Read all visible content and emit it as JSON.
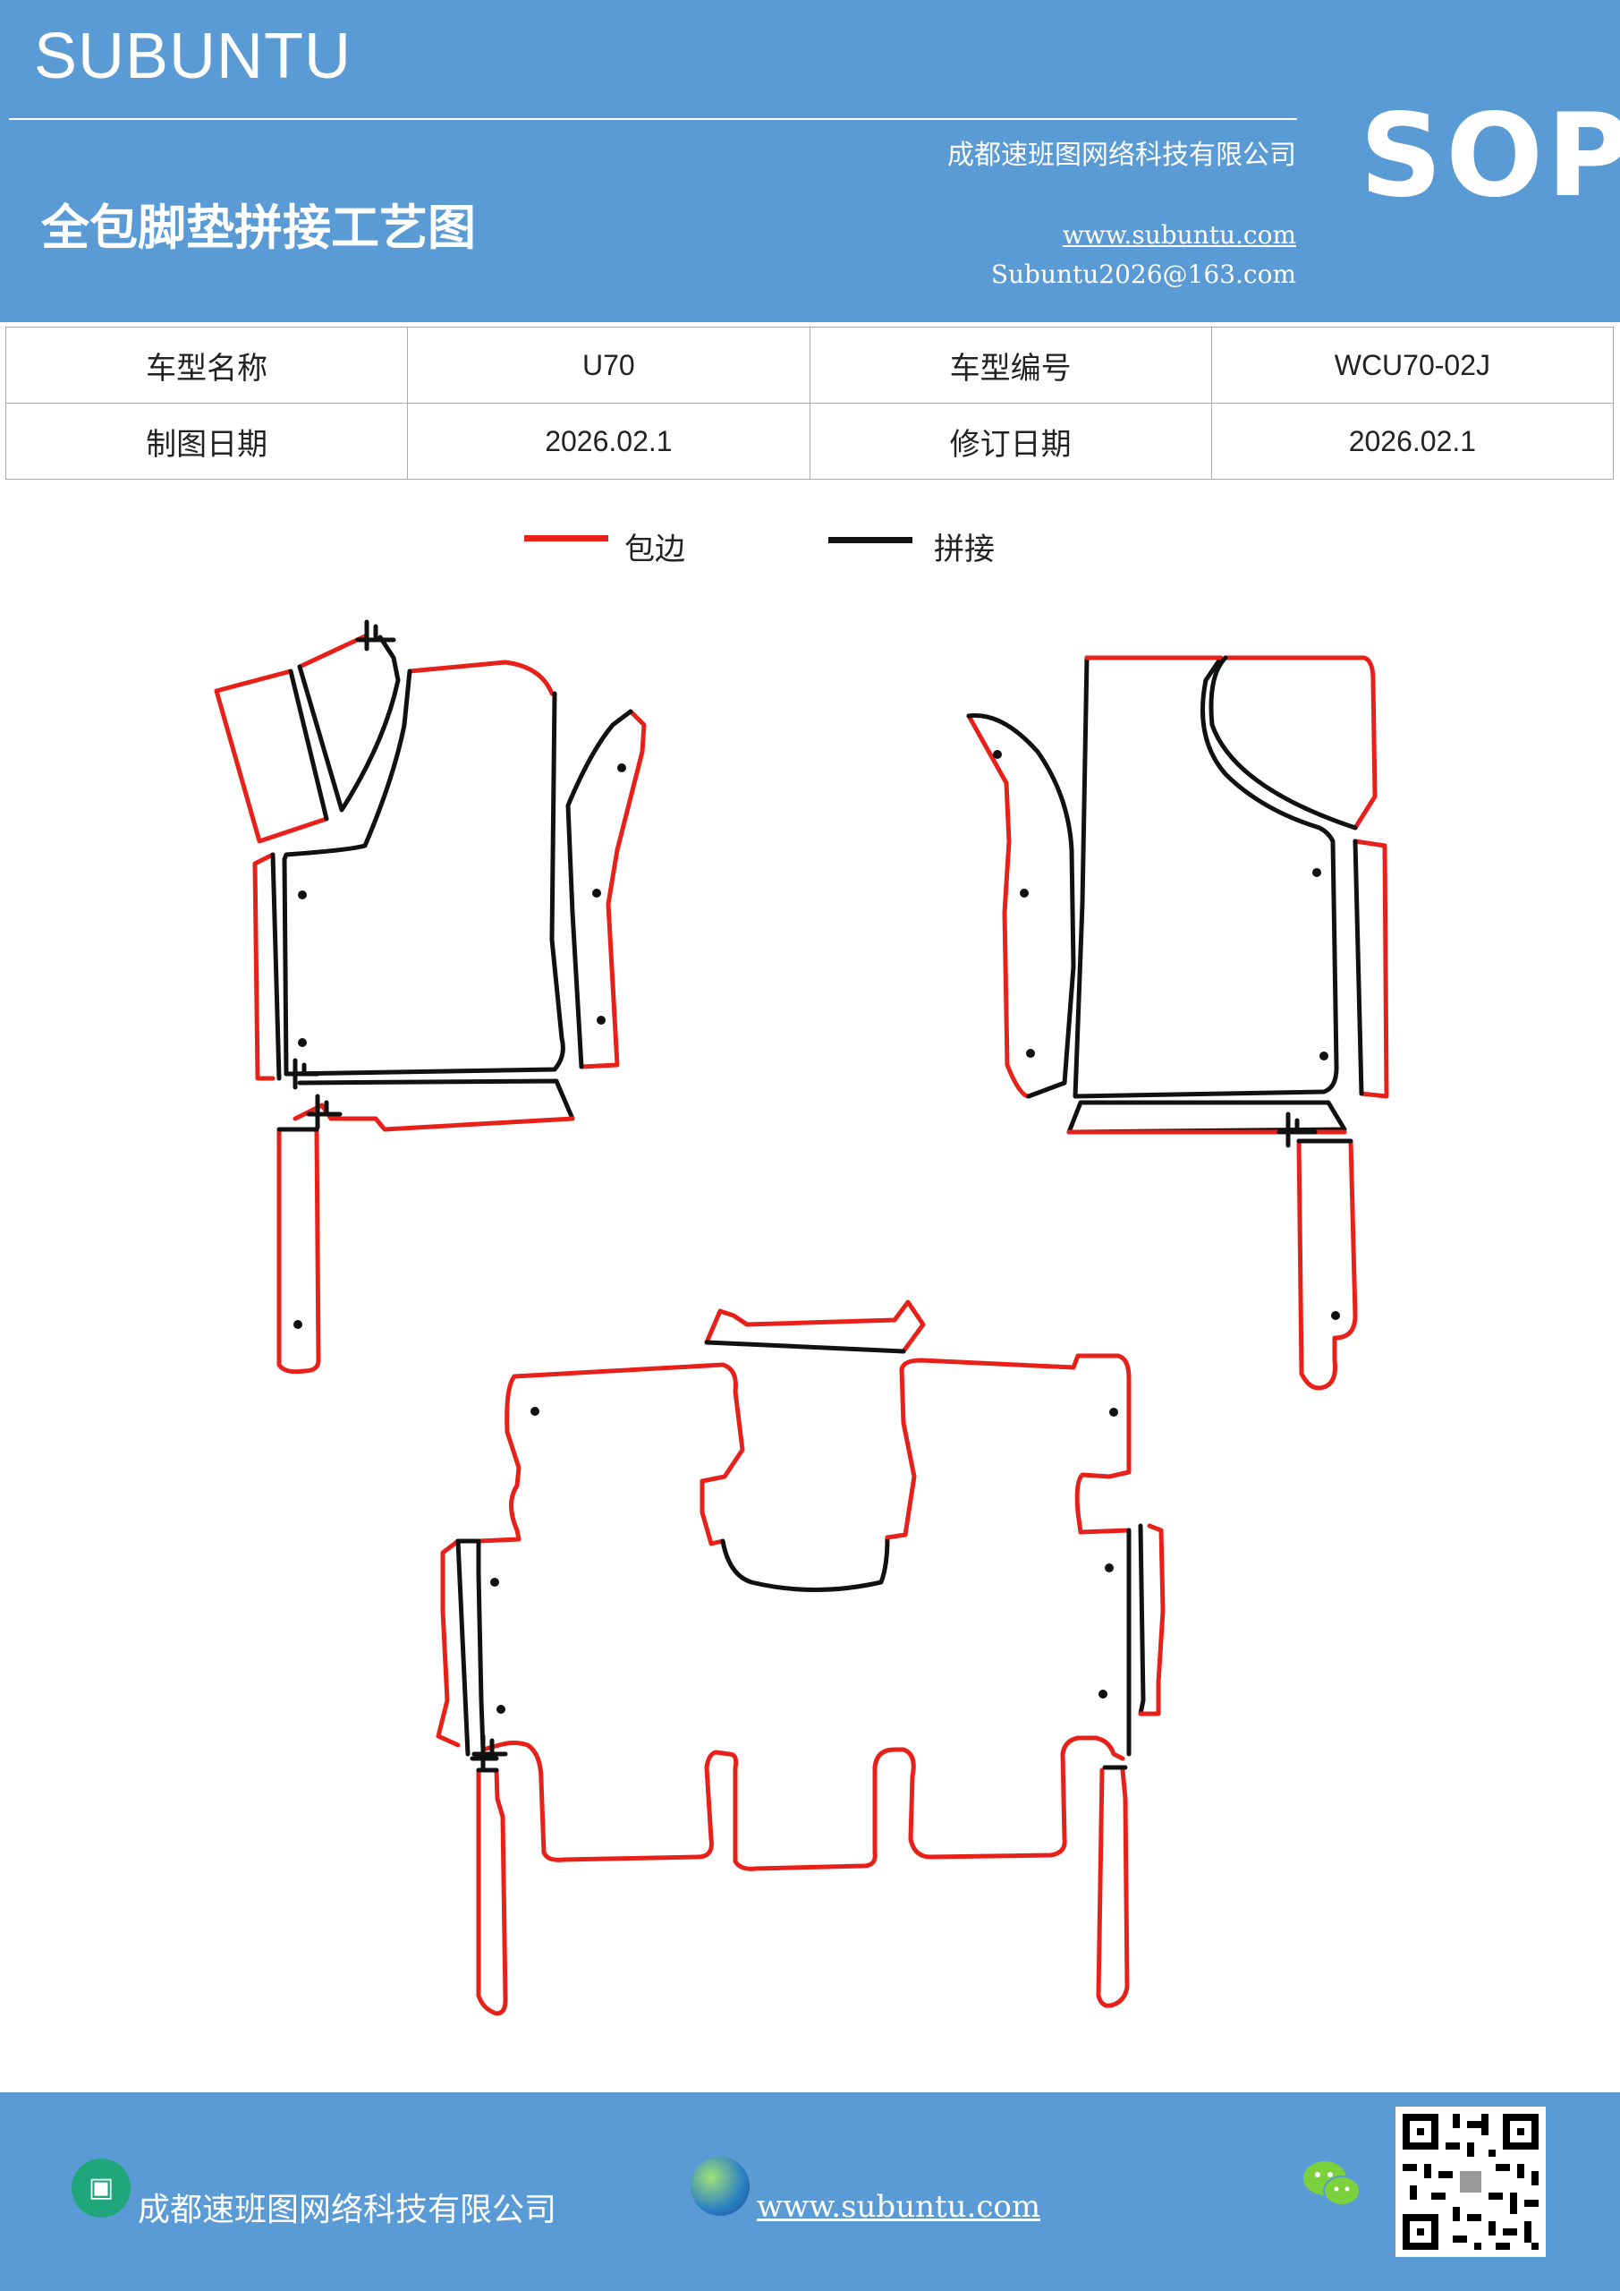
{
  "header": {
    "brand": "SUBUNTU",
    "company": "成都速班图网络科技有限公司",
    "title": "全包脚垫拼接工艺图",
    "url": "www.subuntu.com",
    "email": "Subuntu2026@163.com",
    "badge": "SOP"
  },
  "info": {
    "row1": {
      "l1": "车型名称",
      "v1": "U70",
      "l2": "车型编号",
      "v2": "WCU70-02J"
    },
    "row2": {
      "l1": "制图日期",
      "v1": "2026.02.1",
      "l2": "修订日期",
      "v2": "2026.02.1"
    }
  },
  "legend": {
    "edge_label": "包边",
    "edge_color": "#e8201a",
    "seam_label": "拼接",
    "seam_color": "#111111"
  },
  "footer": {
    "company": "成都速班图网络科技有限公司",
    "url": "www.subuntu.com",
    "company_icon": "building-icon",
    "web_icon": "globe-icon",
    "chat_icon": "wechat-icon"
  }
}
